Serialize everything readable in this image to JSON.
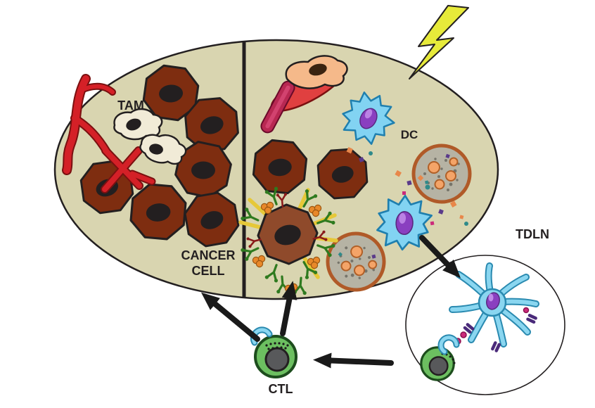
{
  "labels": {
    "tam": "TAM",
    "dc": "DC",
    "cancer_line1": "CANCER",
    "cancer_line2": "CELL",
    "tdln": "TDLN",
    "ctl": "CTL"
  },
  "colors": {
    "tumor_bg": "#d9d5b0",
    "tumor_outline": "#231f20",
    "cancer_cell": "#7e2d10",
    "cancer_cell_center": "#8f4a2b",
    "nucleus": "#231f20",
    "macrophage": "#f1ebd7",
    "vessel": "#d42027",
    "vessel_dark": "#7a1010",
    "dc_body": "#82d3f2",
    "dc_outline": "#1f7fae",
    "dc_nucleus": "#8a3fc0",
    "lightning": "#e7ea3a",
    "dying_body": "#b6b3a4",
    "dying_rim": "#b05a28",
    "dying_vesicle": "#f4a468",
    "ctl_body": "#6cbf60",
    "ctl_outline": "#1d4d1d",
    "ctl_nucleus": "#58595b",
    "tdln_fill": "#ffffff",
    "antibody_green": "#2f7a1f",
    "antibody_orange": "#e8882a",
    "antibody_dark_red": "#8a1a1a",
    "spike_yellow": "#e6c838",
    "debris_orange": "#e8874a",
    "debris_purple": "#5a3a8a",
    "debris_teal": "#2f8a8a",
    "peptide_magenta": "#cc2a7a",
    "mhc_purple": "#4a2a7a",
    "arrow": "#1a1a1a"
  }
}
